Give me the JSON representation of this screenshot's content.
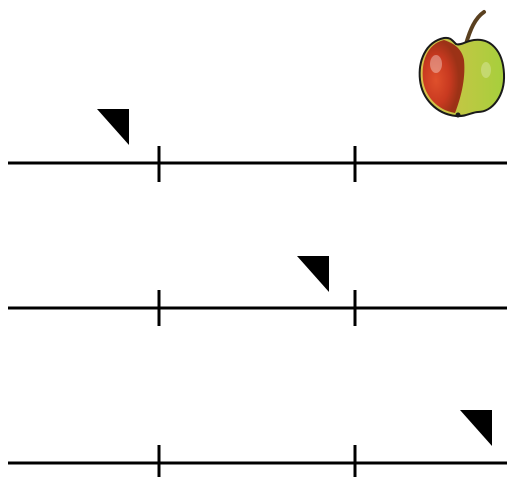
{
  "image": {
    "icon": "apple-icon",
    "colors": {
      "red": "#c8321e",
      "yellow": "#e2b43a",
      "green": "#a6cf3c",
      "outline": "#1a1a1a",
      "stem": "#5a4020"
    }
  },
  "number_lines": [
    {
      "marker_position_relative_to_ticks": "before-first-tick"
    },
    {
      "marker_position_relative_to_ticks": "just-before-second-tick"
    },
    {
      "marker_position_relative_to_ticks": "after-second-tick"
    }
  ],
  "line_color": "#000000"
}
